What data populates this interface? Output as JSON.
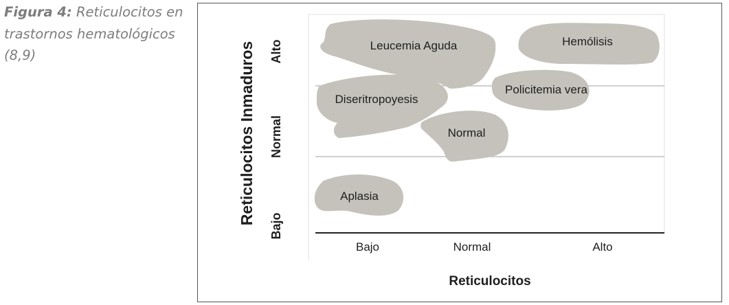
{
  "caption": {
    "label": "Figura 4:",
    "line1_rest": " Reticulocitos en",
    "line2": "trastornos hematológicos",
    "line3": "(8,9)"
  },
  "diagram": {
    "x_axis": {
      "title": "Reticulocitos",
      "ticks": [
        "Bajo",
        "Normal",
        "Alto"
      ]
    },
    "y_axis": {
      "title": "Reticulocitos Inmaduros",
      "ticks": [
        "Bajo",
        "Normal",
        "Alto"
      ]
    },
    "regions": [
      {
        "label": "Leucemia Aguda"
      },
      {
        "label": "Hemólisis"
      },
      {
        "label": "Diseritropoyesis"
      },
      {
        "label": "Policitemia vera"
      },
      {
        "label": "Normal"
      },
      {
        "label": "Aplasia"
      }
    ],
    "colors": {
      "region_fill": "#c4c2bb",
      "grid": "#b4b4b4",
      "axis": "#222222"
    }
  }
}
